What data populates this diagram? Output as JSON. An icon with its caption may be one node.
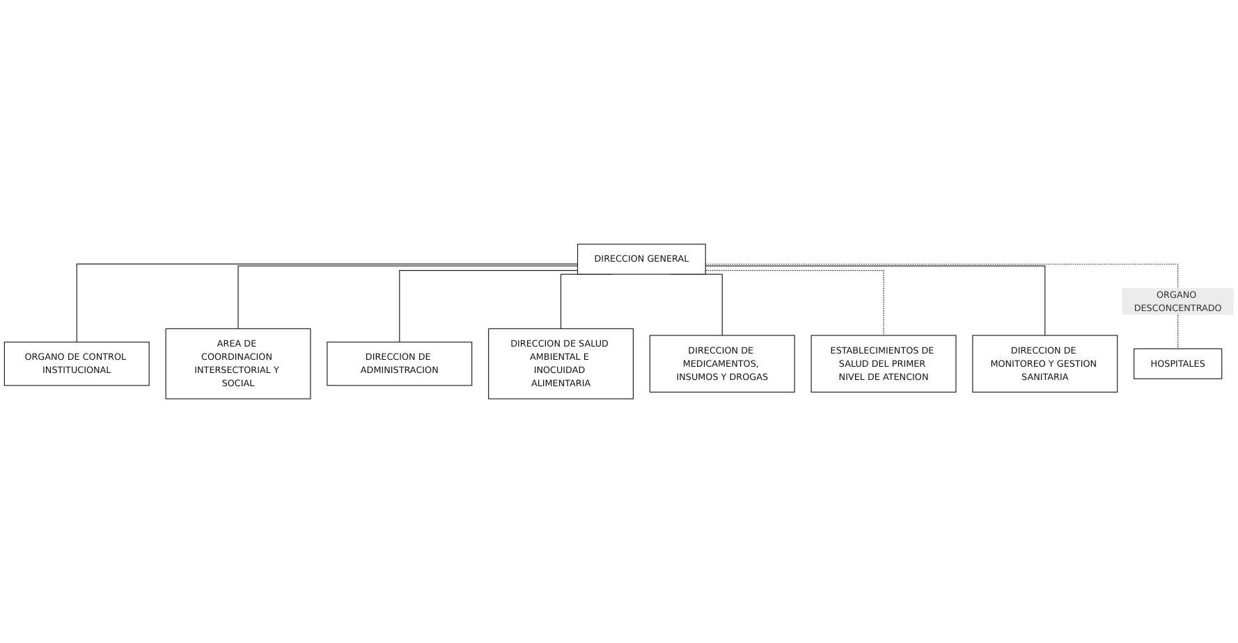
{
  "diagram": {
    "nodes": [
      {
        "text": [
          "DIRECCION GENERAL"
        ]
      },
      {
        "text": [
          "ORGANO DE CONTROL INSTITUCIONAL"
        ]
      },
      {
        "text": [
          "AREA DE COORDINACION INTERSECTORIAL Y SOCIAL"
        ]
      },
      {
        "text": [
          "DIRECCION DE ADMINISTRACION"
        ]
      },
      {
        "text": [
          "DIRECCION DE SALUD AMBIENTAL E INOCUIDAD ALIMENTARIA"
        ]
      },
      {
        "text": [
          "DIRECCION DE MEDICAMENTOS, INSUMOS Y DROGAS"
        ]
      },
      {
        "text": [
          "ESTABLECIMIENTOS DE SALUD DEL PRIMER NIVEL DE ATENCION"
        ]
      },
      {
        "text": [
          "DIRECCION DE MONITOREO Y GESTION SANITARIA"
        ]
      },
      {
        "text": [
          "HOSPITALES"
        ]
      }
    ],
    "edges": [
      {
        "from": 0,
        "to": 1,
        "arrow": "none"
      },
      {
        "from": 0,
        "to": 2,
        "arrow": "none"
      },
      {
        "from": 0,
        "to": 3,
        "arrow": "none"
      },
      {
        "from": 0,
        "to": 4,
        "arrow": "none"
      },
      {
        "from": 0,
        "to": 5,
        "arrow": "none"
      },
      {
        "from": 0,
        "to": 6,
        "arrow": "none",
        "style": "dashed"
      },
      {
        "from": 0,
        "to": 7,
        "arrow": "none"
      },
      {
        "from": 0,
        "to": 8,
        "label": "ORGANO DESCONCENTRADO",
        "arrow": "none",
        "style": "dashed"
      }
    ]
  }
}
